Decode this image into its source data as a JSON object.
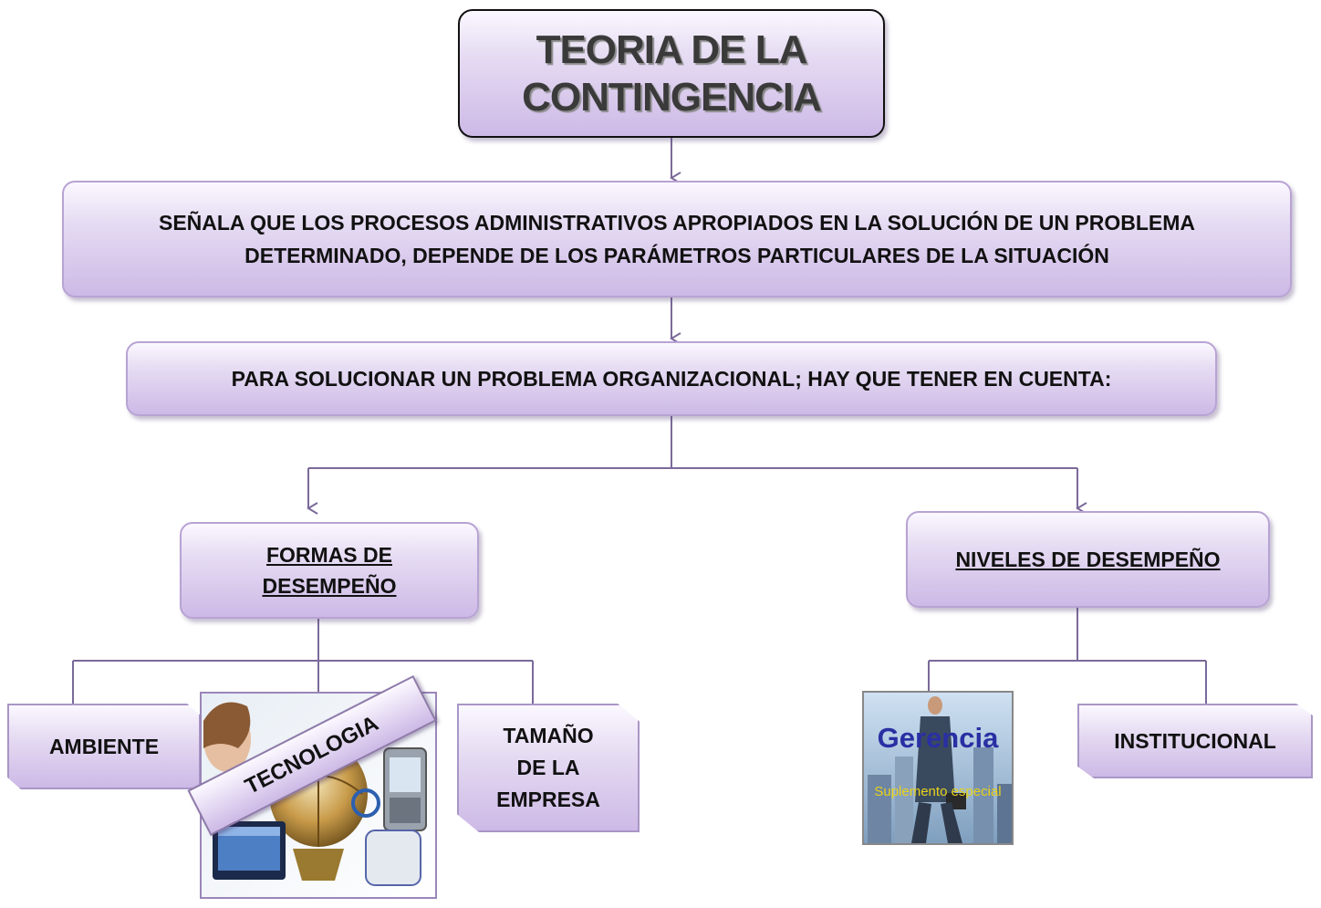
{
  "title": {
    "line1": "TEORIA DE LA",
    "line2": "CONTINGENCIA"
  },
  "description": {
    "line1": "SEÑALA QUE LOS PROCESOS ADMINISTRATIVOS APROPIADOS EN LA SOLUCIÓN DE UN PROBLEMA",
    "line2": "DETERMINADO, DEPENDE DE LOS PARÁMETROS PARTICULARES DE LA SITUACIÓN"
  },
  "subtitle": "PARA SOLUCIONAR UN PROBLEMA ORGANIZACIONAL; HAY QUE TENER EN CUENTA:",
  "formas": {
    "line1": "FORMAS DE",
    "line2": "DESEMPEÑO"
  },
  "niveles": "NIVELES DE DESEMPEÑO",
  "formas_items": {
    "ambiente": "AMBIENTE",
    "tecnologia": "TECNOLOGIA",
    "tamano": {
      "line1": "TAMAÑO",
      "line2": "DE LA",
      "line3": "EMPRESA"
    }
  },
  "niveles_items": {
    "gerencia": {
      "title": "Gerencia",
      "sub": "Suplemento especial"
    },
    "institucional": "INSTITUCIONAL"
  },
  "colors": {
    "box_fill": "#cdb9e6",
    "connector": "#7b6a9a",
    "title_border": "#111111"
  }
}
